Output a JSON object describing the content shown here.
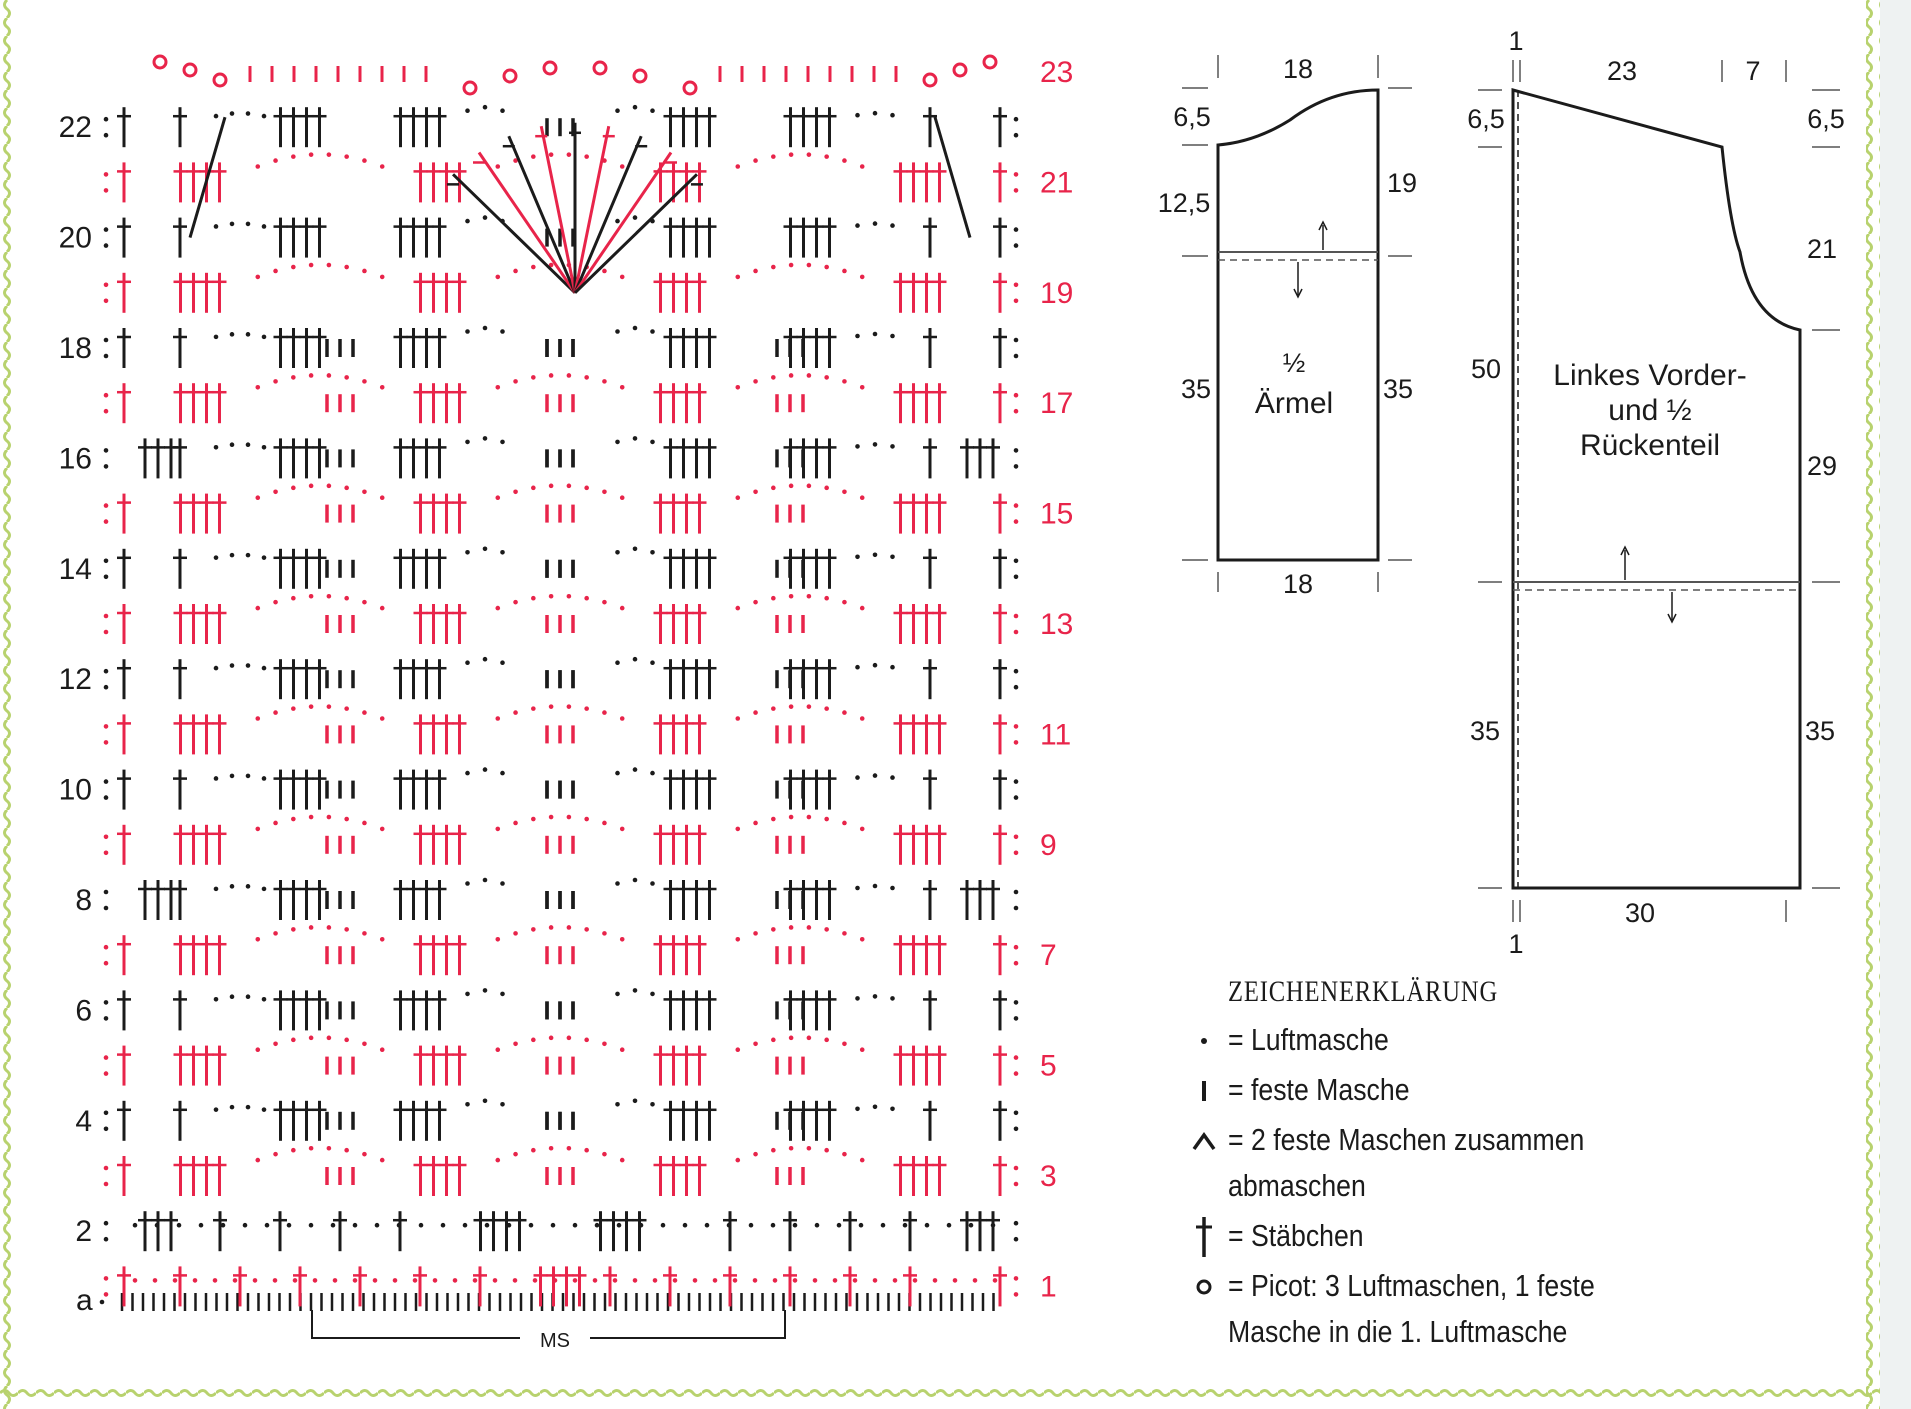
{
  "colors": {
    "odd_rows": "#e8244a",
    "even_rows": "#1b1b1b",
    "border": "#b8d26e"
  },
  "chart": {
    "foundation_label": "a",
    "pattern_repeat_label": "MS",
    "left_row_labels": [
      "22",
      "20",
      "18",
      "16",
      "14",
      "12",
      "10",
      "8",
      "6",
      "4",
      "2"
    ],
    "right_row_labels": [
      "23",
      "21",
      "19",
      "17",
      "15",
      "13",
      "11",
      "9",
      "7",
      "5",
      "3",
      "1"
    ],
    "symbols": [
      "chain",
      "single-crochet",
      "sc2tog",
      "double-crochet",
      "picot"
    ]
  },
  "schematics": {
    "sleeve": {
      "label_line1": "½",
      "label_line2": "Ärmel",
      "top_width": "18",
      "bottom_width": "18",
      "cap_height": "6,5",
      "upper_left": "12,5",
      "upper_right": "19",
      "lower_left": "35",
      "lower_right": "35"
    },
    "body": {
      "label_line1": "Linkes Vorder-",
      "label_line2": "und ½",
      "label_line3": "Rückenteil",
      "top_marker": "1",
      "bottom_marker": "1",
      "top_width_left": "23",
      "top_width_right": "7",
      "shoulder_left": "6,5",
      "shoulder_right": "6,5",
      "armhole": "21",
      "upper_left": "50",
      "side_upper": "29",
      "lower_left": "35",
      "lower_right": "35",
      "bottom_width": "30"
    }
  },
  "legend": {
    "title": "ZEICHENERKLÄRUNG",
    "items": [
      {
        "icon": "chain-dot-icon",
        "text": "= Luftmasche"
      },
      {
        "icon": "single-crochet-icon",
        "text": "= feste Masche"
      },
      {
        "icon": "sc2tog-icon",
        "text": "= 2 feste Maschen zusammen\nabmaschen"
      },
      {
        "icon": "double-crochet-icon",
        "text": "= Stäbchen"
      },
      {
        "icon": "picot-icon",
        "text": "= Picot: 3 Luftmaschen, 1 feste\nMasche in die 1. Luftmasche"
      }
    ]
  }
}
